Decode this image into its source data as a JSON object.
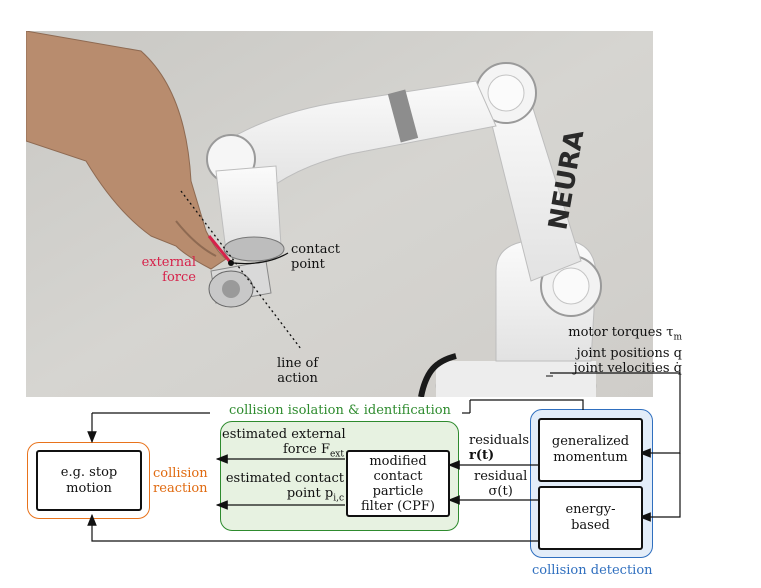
{
  "photo": {
    "brand_text": "NEURA",
    "labels": {
      "external_force": [
        "external",
        "force"
      ],
      "contact_point": [
        "contact",
        "point"
      ],
      "line_of_action": [
        "line of",
        "action"
      ],
      "motor_torques": "motor torques τ",
      "motor_torques_sub": "m",
      "joint_positions": "joint positions q",
      "joint_velocities": "joint velocities q̇"
    }
  },
  "diagram": {
    "top_label": "collision isolation & identification",
    "stop_box": [
      "e.g. stop",
      "motion"
    ],
    "reaction_label": [
      "collision",
      "reaction"
    ],
    "est_force": [
      "estimated external",
      "force F"
    ],
    "est_force_sub": "ext",
    "est_point": [
      "estimated contact",
      "point p"
    ],
    "est_point_sub": "i,c",
    "cpf_box": [
      "modified",
      "contact",
      "particle",
      "filter (CPF)"
    ],
    "residuals_label": [
      "residuals",
      "r(t)"
    ],
    "residual_label": [
      "residual",
      "σ(t)"
    ],
    "gm_box": [
      "generalized",
      "momentum"
    ],
    "energy_box": [
      "energy-",
      "based"
    ],
    "detection_label": "collision detection"
  },
  "colors": {
    "green": "#2e8b2e",
    "green_fill": "#e7f2e1",
    "orange": "#e8731c",
    "orange_text": "#e06a10",
    "blue": "#2f6fbf",
    "blue_fill": "#e3edf9",
    "force_red": "#d6224a"
  }
}
